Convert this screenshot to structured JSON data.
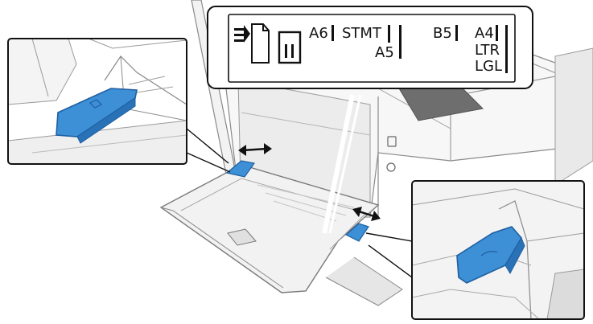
{
  "colors": {
    "guide_blue": "#3d8fd6",
    "guide_blue_dark": "#1f5fa0",
    "outline": "#6b6b6b",
    "tray": "#efefef",
    "shadow": "#cfcfcf",
    "callout_border": "#111111"
  },
  "icons": [
    "paper-feed-icon",
    "bypass-tray-icon",
    "double-arrow-icon"
  ],
  "scale_labels": {
    "a6": "A6",
    "stmt": "STMT",
    "a5": "A5",
    "b5": "B5",
    "a4": "A4",
    "ltr": "LTR",
    "lgl": "LGL"
  }
}
